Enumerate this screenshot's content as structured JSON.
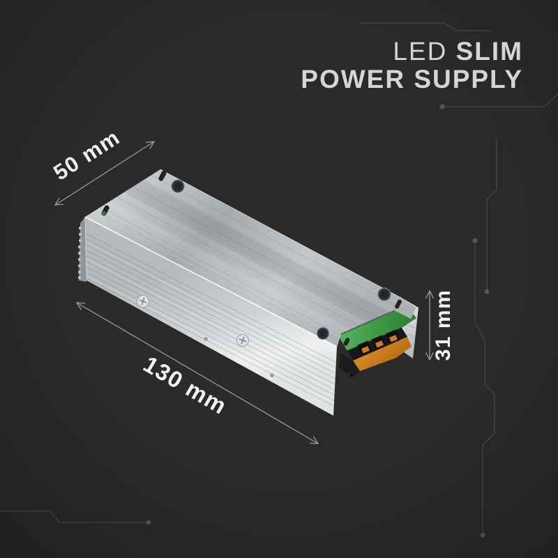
{
  "header": {
    "line1_regular": "LED",
    "line1_bold": "SLIM",
    "line2": "POWER SUPPLY"
  },
  "annotations": {
    "width_label": "50 mm",
    "length_label": "130 mm",
    "height_label": "31 mm"
  },
  "product": {
    "alt": "Aluminium slim LED power supply, isometric view, green PCB edge and orange 3-pole screw terminal block"
  },
  "colors": {
    "background": "#2b2a2a",
    "title_text": "#d4d5d6",
    "dimension_text": "#f3f3f3",
    "dimension_line": "#9b9b9b",
    "circuit_trace": "#444444",
    "aluminum_light": "#e8eaeb",
    "aluminum_mid": "#b3b7ba",
    "aluminum_dark": "#8f9396",
    "pcb_green": "#3e9c47",
    "terminal_orange": "#d4821e",
    "terminal_black": "#17181a"
  }
}
